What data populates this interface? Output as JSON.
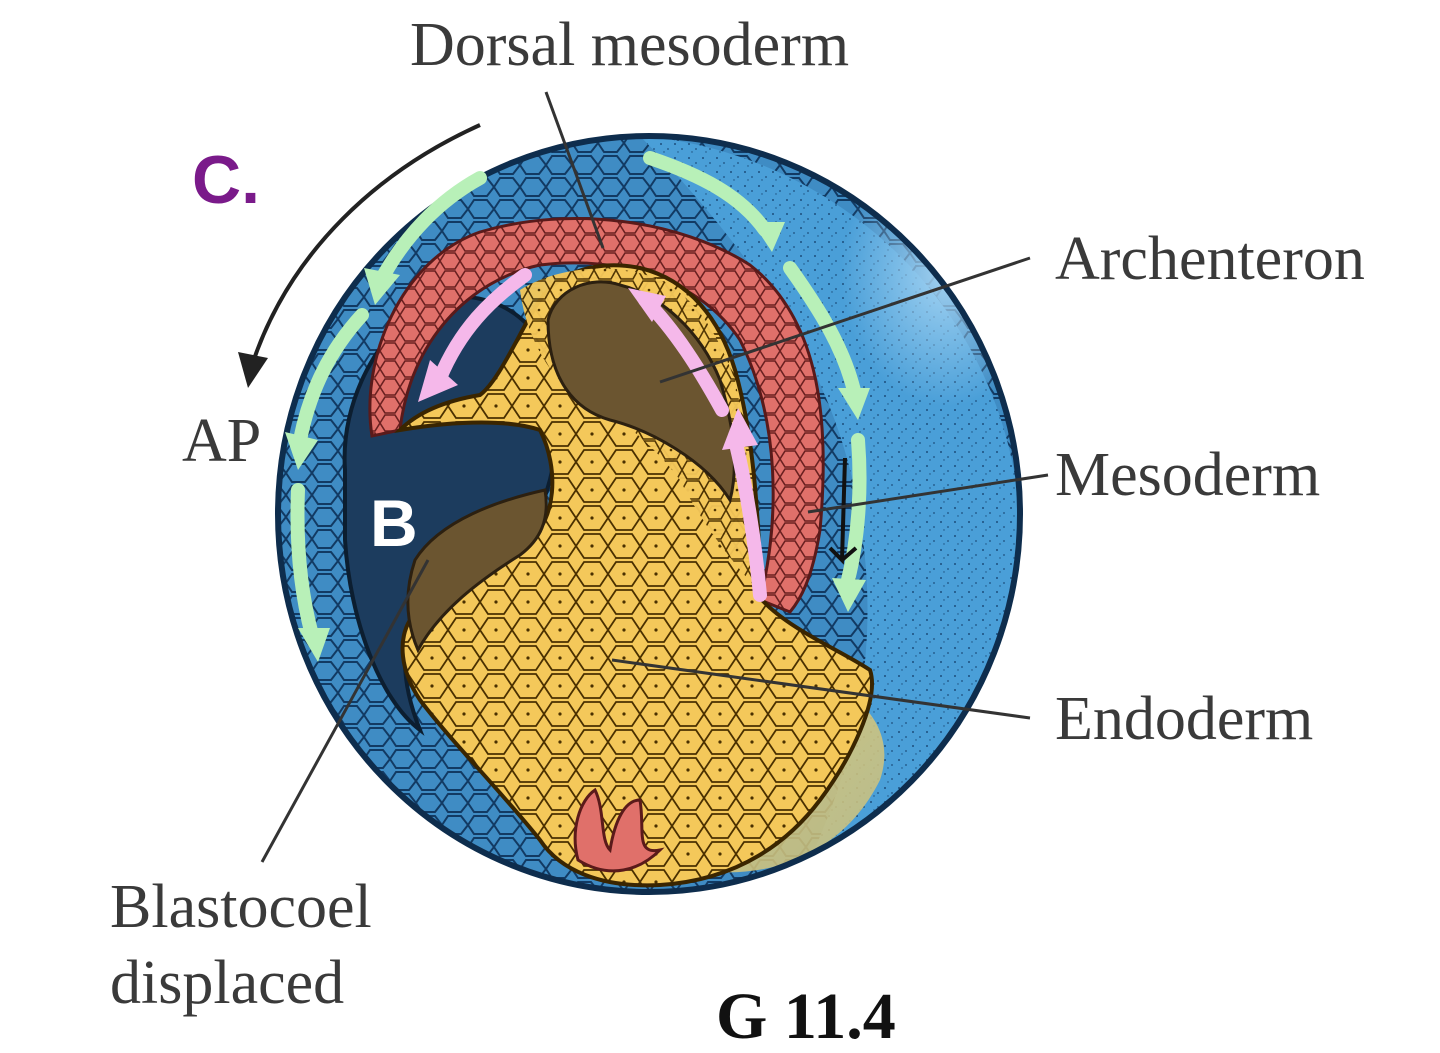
{
  "panel_letter": "C.",
  "labels": {
    "dorsal_mesoderm": "Dorsal mesoderm",
    "archenteron": "Archenteron",
    "mesoderm": "Mesoderm",
    "endoderm": "Endoderm",
    "ap": "AP",
    "blastocoel_line1": "Blastocoel",
    "blastocoel_line2": "displaced",
    "blastocoel_marker": "B",
    "figure_ref": "G 11.4"
  },
  "colors": {
    "ectoderm": "#3f8cc4",
    "ectoderm_light": "#5aaae0",
    "mesoderm": "#e0706a",
    "endoderm": "#f4c85a",
    "archenteron": "#6b5530",
    "blastocoel": "#1c3c5e",
    "green_arrow": "#b8f0b8",
    "pink_arrow": "#f5b8ea",
    "panel_letter": "#7a1a8a"
  }
}
